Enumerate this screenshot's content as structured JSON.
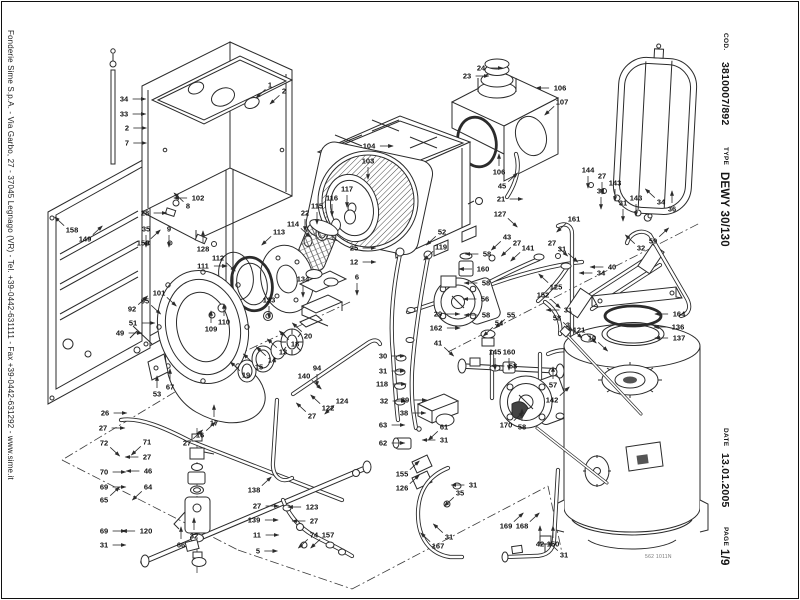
{
  "page": {
    "left_footer": "Fonderie Sime S.p.A. - Via Garbo, 27 - 37045 Legnago (VR) - Tel. +39-0442-631111 - Fax +39-0442-631292 - www.sime.it",
    "header": {
      "cod_label": "COD.",
      "cod_value": "3810007/892",
      "type_label": "TYPE",
      "type_value": "DEWY 30/130",
      "date_label": "DATE",
      "date_value": "13.01.2005",
      "page_label": "PAGE",
      "page_value": "1/9"
    },
    "drawing_code": "562 1011N"
  },
  "diagram": {
    "labels": [
      [
        "34",
        124,
        99,
        "r"
      ],
      [
        "33",
        124,
        114,
        "r"
      ],
      [
        "2",
        127,
        128,
        "r"
      ],
      [
        "7",
        127,
        143,
        "r"
      ],
      [
        "1",
        270,
        85,
        "dl"
      ],
      [
        "2",
        284,
        91,
        "dl"
      ],
      [
        "102",
        198,
        198,
        "l"
      ],
      [
        "8",
        188,
        206,
        "ul"
      ],
      [
        "28",
        145,
        213,
        "r"
      ],
      [
        "35",
        146,
        229,
        "d"
      ],
      [
        "9",
        169,
        229,
        "d"
      ],
      [
        "128",
        203,
        249,
        "u"
      ],
      [
        "158",
        72,
        230,
        "ul"
      ],
      [
        "149",
        85,
        239,
        "ur"
      ],
      [
        "159",
        143,
        243,
        "ur"
      ],
      [
        "92",
        132,
        309,
        "ur"
      ],
      [
        "113",
        279,
        232,
        "dl"
      ],
      [
        "112",
        218,
        258,
        "dr"
      ],
      [
        "111",
        203,
        266,
        "r"
      ],
      [
        "101",
        159,
        293,
        "dr"
      ],
      [
        "95",
        145,
        301,
        "dr"
      ],
      [
        "110",
        224,
        322,
        "u"
      ],
      [
        "109",
        211,
        329,
        "u"
      ],
      [
        "133",
        269,
        300,
        "d"
      ],
      [
        "51",
        133,
        323,
        "r"
      ],
      [
        "49",
        120,
        333,
        "r"
      ],
      [
        "67",
        170,
        387,
        "u"
      ],
      [
        "53",
        157,
        394,
        "u"
      ],
      [
        "13",
        283,
        352,
        "ul"
      ],
      [
        "14",
        272,
        360,
        "ul"
      ],
      [
        "15",
        259,
        367,
        "ul"
      ],
      [
        "19",
        246,
        375,
        "ul"
      ],
      [
        "20",
        308,
        336,
        "ul"
      ],
      [
        "18",
        295,
        344,
        "ul"
      ],
      [
        "104",
        369,
        146,
        "r"
      ],
      [
        "103",
        368,
        161,
        "d"
      ],
      [
        "117",
        347,
        189,
        "d"
      ],
      [
        "116",
        332,
        198,
        "d"
      ],
      [
        "115",
        317,
        206,
        "d"
      ],
      [
        "22",
        305,
        213,
        "d"
      ],
      [
        "114",
        293,
        224,
        "dr"
      ],
      [
        "25",
        354,
        248,
        "r"
      ],
      [
        "12",
        354,
        262,
        "r"
      ],
      [
        "6",
        357,
        277,
        "d"
      ],
      [
        "134",
        303,
        279,
        "d"
      ],
      [
        "94",
        317,
        368,
        "d"
      ],
      [
        "140",
        304,
        376,
        "dr"
      ],
      [
        "124",
        342,
        401,
        "dl"
      ],
      [
        "122",
        328,
        408,
        "ul"
      ],
      [
        "27",
        312,
        416,
        "ul"
      ],
      [
        "17",
        214,
        423,
        "u"
      ],
      [
        "16",
        200,
        435,
        "ur"
      ],
      [
        "27",
        187,
        443,
        "ur"
      ],
      [
        "30",
        383,
        356,
        "r"
      ],
      [
        "31",
        383,
        371,
        "r"
      ],
      [
        "118",
        382,
        384,
        "r"
      ],
      [
        "32",
        384,
        401,
        "r"
      ],
      [
        "52",
        442,
        232,
        "dl"
      ],
      [
        "119",
        441,
        247,
        "dl"
      ],
      [
        "29",
        438,
        314,
        "r"
      ],
      [
        "162",
        436,
        328,
        "r"
      ],
      [
        "41",
        438,
        343,
        "dr"
      ],
      [
        "39",
        405,
        400,
        "r"
      ],
      [
        "38",
        404,
        413,
        "r"
      ],
      [
        "63",
        383,
        425,
        "r"
      ],
      [
        "62",
        383,
        443,
        "r"
      ],
      [
        "61",
        444,
        427,
        "dl"
      ],
      [
        "31",
        444,
        440,
        "l"
      ],
      [
        "155",
        402,
        474,
        "ur"
      ],
      [
        "126",
        402,
        488,
        "ur"
      ],
      [
        "31",
        473,
        485,
        "l"
      ],
      [
        "35",
        460,
        493,
        "dl"
      ],
      [
        "31",
        449,
        537,
        "ul"
      ],
      [
        "167",
        438,
        546,
        "ul"
      ],
      [
        "24",
        481,
        68,
        "r"
      ],
      [
        "23",
        467,
        76,
        "r"
      ],
      [
        "106",
        560,
        88,
        "l"
      ],
      [
        "107",
        562,
        102,
        "dl"
      ],
      [
        "106",
        499,
        172,
        "u"
      ],
      [
        "45",
        502,
        186,
        "ur"
      ],
      [
        "21",
        501,
        199,
        "r"
      ],
      [
        "127",
        500,
        214,
        "dr"
      ],
      [
        "144",
        588,
        170,
        "d"
      ],
      [
        "27",
        602,
        176,
        "d"
      ],
      [
        "143",
        615,
        183,
        "d"
      ],
      [
        "31",
        601,
        191,
        "d"
      ],
      [
        "143",
        636,
        198,
        "d"
      ],
      [
        "31",
        623,
        203,
        "d"
      ],
      [
        "34",
        661,
        202,
        "ul"
      ],
      [
        "36",
        672,
        209,
        "u"
      ],
      [
        "59",
        653,
        241,
        "ur"
      ],
      [
        "32",
        641,
        248,
        "ul"
      ],
      [
        "27",
        552,
        243,
        "dr"
      ],
      [
        "31",
        562,
        249,
        "dr"
      ],
      [
        "161",
        574,
        219,
        "dl"
      ],
      [
        "40",
        612,
        267,
        "l"
      ],
      [
        "34",
        601,
        273,
        "l"
      ],
      [
        "125",
        556,
        287,
        "ul"
      ],
      [
        "152",
        543,
        295,
        "dr"
      ],
      [
        "31",
        568,
        310,
        "l"
      ],
      [
        "58",
        557,
        318,
        "dr"
      ],
      [
        "3",
        568,
        325,
        "dr"
      ],
      [
        "121",
        579,
        330,
        "dr"
      ],
      [
        "10",
        592,
        338,
        "dr"
      ],
      [
        "164",
        679,
        314,
        "l"
      ],
      [
        "136",
        678,
        327,
        "l"
      ],
      [
        "137",
        679,
        338,
        "l"
      ],
      [
        "43",
        507,
        237,
        "dl"
      ],
      [
        "27",
        517,
        243,
        "dl"
      ],
      [
        "141",
        528,
        248,
        "dl"
      ],
      [
        "58",
        487,
        254,
        "l"
      ],
      [
        "160",
        483,
        269,
        "l"
      ],
      [
        "58",
        486,
        283,
        "l"
      ],
      [
        "56",
        485,
        299,
        "l"
      ],
      [
        "58",
        486,
        315,
        "l"
      ],
      [
        "55",
        511,
        315,
        "dl"
      ],
      [
        "54",
        499,
        323,
        "dl"
      ],
      [
        "145",
        495,
        352,
        "d"
      ],
      [
        "160",
        509,
        352,
        "d"
      ],
      [
        "58",
        513,
        366,
        "l"
      ],
      [
        "57",
        553,
        385,
        "u"
      ],
      [
        "142",
        552,
        400,
        "ur"
      ],
      [
        "26",
        105,
        413,
        "r"
      ],
      [
        "27",
        103,
        428,
        "r"
      ],
      [
        "72",
        104,
        443,
        "dr"
      ],
      [
        "71",
        147,
        442,
        "dl"
      ],
      [
        "27",
        147,
        457,
        "l"
      ],
      [
        "70",
        104,
        472,
        "r"
      ],
      [
        "46",
        148,
        471,
        "l"
      ],
      [
        "69",
        104,
        487,
        "r"
      ],
      [
        "64",
        148,
        487,
        "dl"
      ],
      [
        "65",
        104,
        500,
        "ur"
      ],
      [
        "69",
        104,
        531,
        "r"
      ],
      [
        "120",
        146,
        531,
        "l"
      ],
      [
        "31",
        104,
        545,
        "r"
      ],
      [
        "66",
        181,
        545,
        "u"
      ],
      [
        "32",
        194,
        536,
        "u"
      ],
      [
        "138",
        254,
        490,
        "ur"
      ],
      [
        "27",
        257,
        506,
        "r"
      ],
      [
        "139",
        254,
        520,
        "r"
      ],
      [
        "11",
        257,
        535,
        "r"
      ],
      [
        "5",
        258,
        551,
        "r"
      ],
      [
        "123",
        312,
        507,
        "l"
      ],
      [
        "27",
        314,
        521,
        "l"
      ],
      [
        "74",
        314,
        535,
        "dl"
      ],
      [
        "157",
        328,
        535,
        "dl"
      ],
      [
        "170",
        506,
        425,
        "ur"
      ],
      [
        "58",
        522,
        427,
        "u"
      ],
      [
        "169",
        506,
        526,
        "ur"
      ],
      [
        "168",
        522,
        526,
        "ur"
      ],
      [
        "42",
        540,
        544,
        "u"
      ],
      [
        "150",
        553,
        544,
        "u"
      ],
      [
        "31",
        564,
        555,
        "ul"
      ]
    ]
  }
}
